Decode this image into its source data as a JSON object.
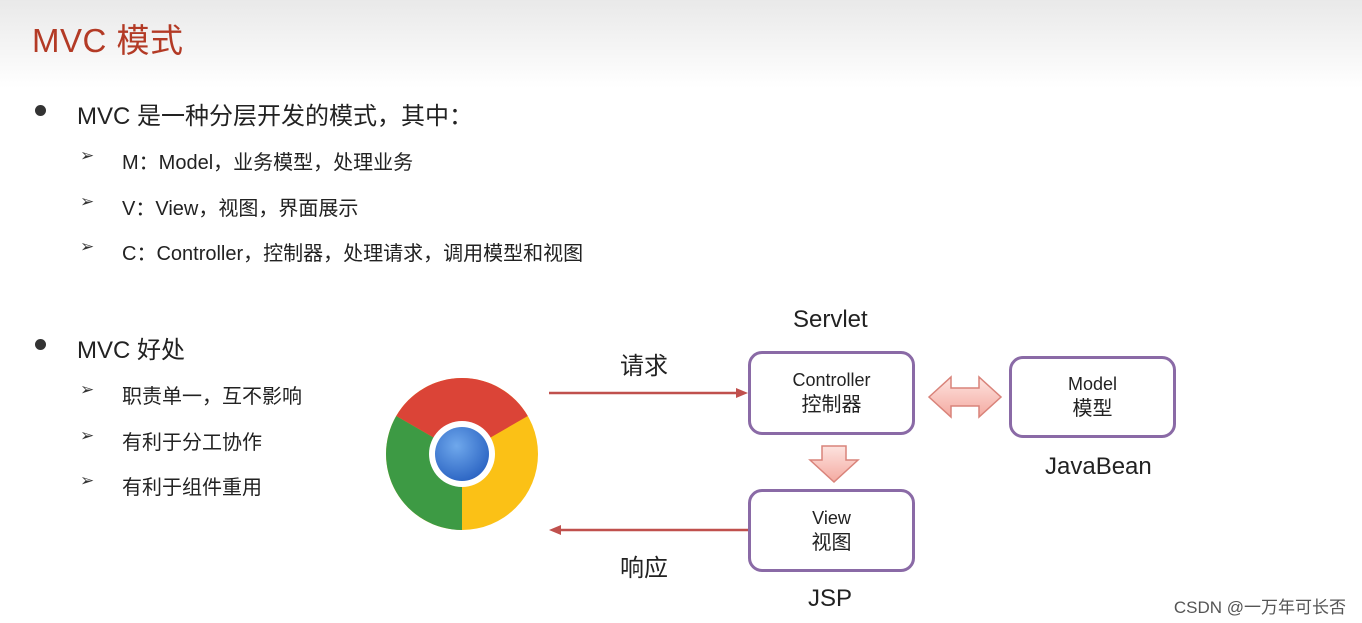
{
  "slide": {
    "title": "MVC 模式",
    "section1": {
      "heading": "MVC 是一种分层开发的模式，其中：",
      "items": [
        "M：Model，业务模型，处理业务",
        "V：View，视图，界面展示",
        "C：Controller，控制器，处理请求，调用模型和视图"
      ]
    },
    "section2": {
      "heading": "MVC 好处",
      "items": [
        "职责单一，互不影响",
        "有利于分工协作",
        "有利于组件重用"
      ]
    }
  },
  "diagram": {
    "servlet_label": "Servlet",
    "request_label": "请求",
    "response_label": "响应",
    "controller": {
      "line1": "Controller",
      "line2": "控制器"
    },
    "model": {
      "line1": "Model",
      "line2": "模型"
    },
    "view": {
      "line1": "View",
      "line2": "视图"
    },
    "javabean_label": "JavaBean",
    "jsp_label": "JSP",
    "browser_icon": "chrome-browser-icon",
    "colors": {
      "title": "#b33a25",
      "node_border": "#8a6aa6",
      "flow_arrow": "#c0504d",
      "block_arrow_fill": "#f7c6c0",
      "block_arrow_stroke": "#d9837a"
    }
  },
  "watermark": "CSDN @一万年可长否"
}
